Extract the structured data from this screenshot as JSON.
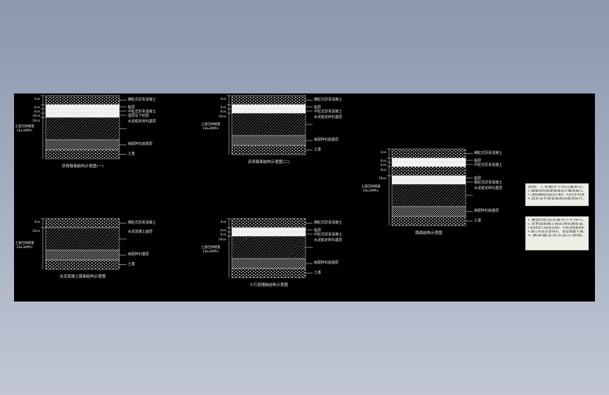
{
  "sections": [
    {
      "id": "s1",
      "caption": "沥青路面结构示意图(一)",
      "dims": [
        "4cm",
        "6cm",
        "8cm",
        "18cm",
        "20cm"
      ],
      "left_notes": [
        "土基回弹模量",
        "E0≥30MPa"
      ],
      "layers": [
        {
          "pattern": "dots",
          "label": "细粒式沥青混凝土"
        },
        {
          "pattern": "white",
          "label": "粘层"
        },
        {
          "pattern": "white",
          "label": "中粒式沥青混凝土"
        },
        {
          "pattern": "white",
          "label": "透层及下封层"
        },
        {
          "pattern": "hatch",
          "label": "水泥稳定碎石基层"
        },
        {
          "pattern": "cross",
          "label": "级配碎石底基层"
        },
        {
          "pattern": "dots",
          "label": "土基"
        }
      ]
    },
    {
      "id": "s2",
      "caption": "沥青路面结构示意图(二)",
      "dims": [
        "4cm",
        "6cm",
        "8cm",
        "20cm"
      ],
      "left_notes": [
        "土基回弹模量",
        "E0≥30MPa"
      ],
      "layers": [
        {
          "pattern": "dots",
          "label": "细粒式沥青混凝土"
        },
        {
          "pattern": "white",
          "label": "粘层"
        },
        {
          "pattern": "white",
          "label": "中粒式沥青混凝土"
        },
        {
          "pattern": "hatch",
          "label": "水泥稳定碎石基层"
        },
        {
          "pattern": "cross",
          "label": "级配碎石底基层"
        },
        {
          "pattern": "dots",
          "label": "土基"
        }
      ]
    },
    {
      "id": "s3",
      "caption": "水泥混凝土路面结构示意图",
      "dims": [
        "4cm",
        "20cm"
      ],
      "left_notes": [
        "土基回弹模量",
        "E0≥30MPa"
      ],
      "layers": [
        {
          "pattern": "dots",
          "label": "细粒式沥青混凝土"
        },
        {
          "pattern": "hatch",
          "label": "水泥混凝土面层"
        },
        {
          "pattern": "cross",
          "label": "级配碎石基层"
        },
        {
          "pattern": "dots",
          "label": "土基"
        }
      ]
    },
    {
      "id": "s4",
      "caption": "人行道铺装结构示意图",
      "dims": [
        "4cm",
        "6cm",
        "8cm",
        "20cm"
      ],
      "left_notes": [
        "土基回弹模量",
        "E0≥30MPa"
      ],
      "layers": [
        {
          "pattern": "dots",
          "label": "细粒式沥青混凝土"
        },
        {
          "pattern": "white",
          "label": "粘层"
        },
        {
          "pattern": "white",
          "label": "中粒式沥青混凝土"
        },
        {
          "pattern": "hatch",
          "label": "水泥稳定碎石基层"
        },
        {
          "pattern": "cross",
          "label": "级配碎石底基层"
        },
        {
          "pattern": "dots",
          "label": "土基"
        }
      ]
    },
    {
      "id": "s5",
      "caption": "路面结构示意图",
      "dims": [
        "4cm",
        "6cm",
        "8cm",
        "8cm",
        "20cm"
      ],
      "left_notes": [
        "土基回弹模量",
        "E0≥30MPa"
      ],
      "layers": [
        {
          "pattern": "dots",
          "label": "细粒式沥青混凝土"
        },
        {
          "pattern": "white",
          "label": "粘层"
        },
        {
          "pattern": "white",
          "label": "中粒式沥青混凝土"
        },
        {
          "pattern": "dots",
          "label": ""
        },
        {
          "pattern": "white",
          "label": "粘层"
        },
        {
          "pattern": "white",
          "label": "粗粒式沥青混凝土"
        },
        {
          "pattern": "hatch",
          "label": "水泥稳定碎石基层"
        },
        {
          "pattern": "cross",
          "label": "级配碎石底基层"
        },
        {
          "pattern": "dots",
          "label": "土基"
        }
      ]
    }
  ],
  "notes": [
    {
      "lines": [
        "说明：1.本图尺寸均以厘米计。",
        "2.路面结构层厚度按设计要求施工。",
        "3.土基回弹模量应满足设计要求，不足时进行处理。",
        "4.其余未尽事宜按相关规范执行。"
      ]
    },
    {
      "lines": [
        "1.基层材料压实度不小于98%。",
        "2.沥青面层施工前应洒布透层油。",
        "3.各结构层之间应结合良好，不得出现松散现象。",
        "4.施工时应注意排水，保证路基干燥。",
        "5.具体做法详见设计说明。"
      ]
    }
  ]
}
